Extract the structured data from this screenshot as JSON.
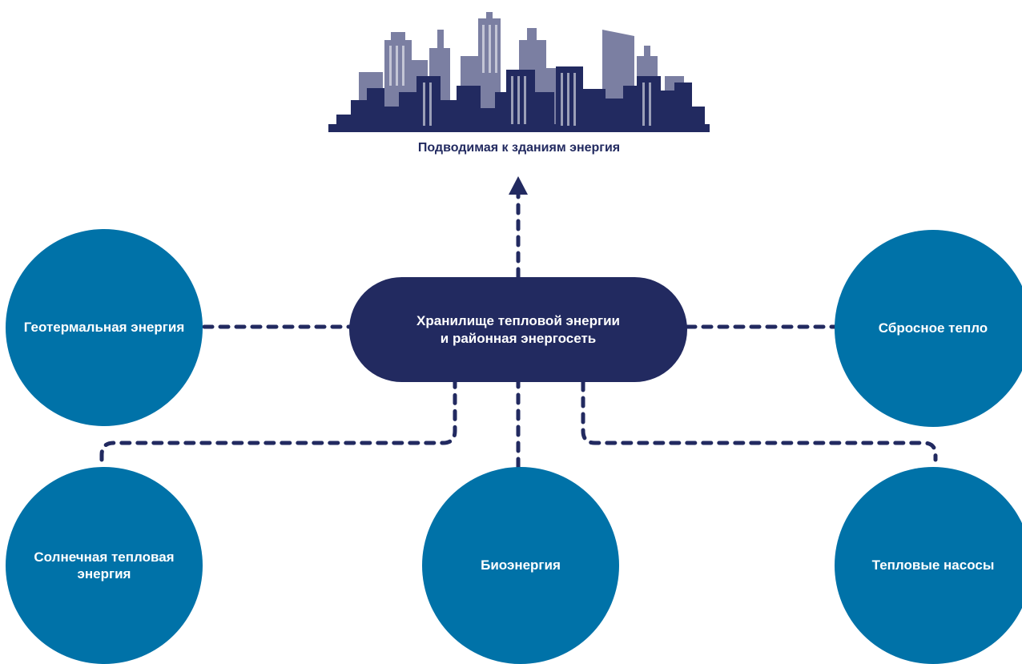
{
  "city": {
    "caption": "Подводимая к зданиям энергия",
    "icon": "city-skyline-icon"
  },
  "hub": {
    "line1": "Хранилище тепловой энергии",
    "line2": "и районная энергосеть"
  },
  "sources": {
    "geothermal": "Геотермальная энергия",
    "waste_heat": "Сбросное тепло",
    "solar_thermal": "Солнечная тепловая энергия",
    "bioenergy": "Биоэнергия",
    "heat_pumps": "Тепловые насосы"
  },
  "colors": {
    "source_circle": "#0072a8",
    "hub": "#222a60",
    "connector": "#222a60",
    "building_light": "#7b7fa2",
    "building_dark": "#222a60"
  }
}
